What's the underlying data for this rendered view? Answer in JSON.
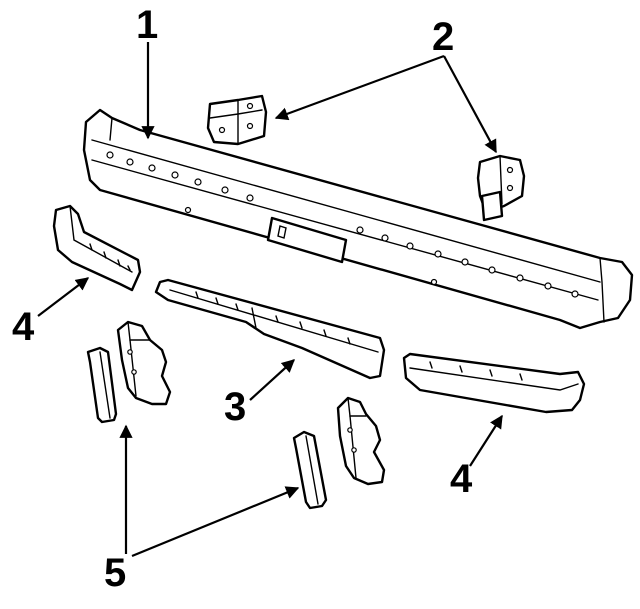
{
  "callouts": {
    "c1": "1",
    "c2": "2",
    "c3": "3",
    "c4_left": "4",
    "c4_right": "4",
    "c5": "5"
  },
  "colors": {
    "line": "#000000",
    "background": "#ffffff"
  }
}
